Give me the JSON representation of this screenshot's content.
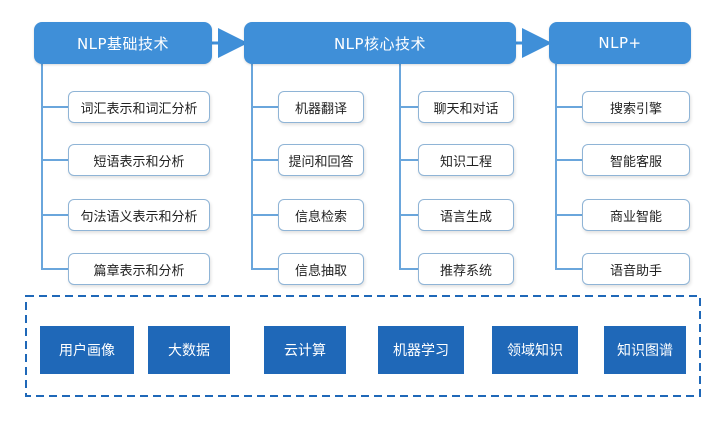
{
  "columns": [
    {
      "header": "NLP基础技术",
      "items": [
        "词汇表示和词汇分析",
        "短语表示和分析",
        "句法语义表示和分析",
        "篇章表示和分析"
      ]
    },
    {
      "header": "NLP核心技术",
      "left_items": [
        "机器翻译",
        "提问和回答",
        "信息检索",
        "信息抽取"
      ],
      "right_items": [
        "聊天和对话",
        "知识工程",
        "语言生成",
        "推荐系统"
      ]
    },
    {
      "header": "NLP+",
      "items": [
        "搜索引擎",
        "智能客服",
        "商业智能",
        "语音助手"
      ]
    }
  ],
  "foundation": [
    "用户画像",
    "大数据",
    "云计算",
    "机器学习",
    "领域知识",
    "知识图谱"
  ],
  "colors": {
    "header_bg": "#3f8fd8",
    "connector": "#3f8fd8",
    "item_border": "#8fb4d6",
    "base_bg": "#1f68b8",
    "dashed_border": "#1f68b8"
  }
}
